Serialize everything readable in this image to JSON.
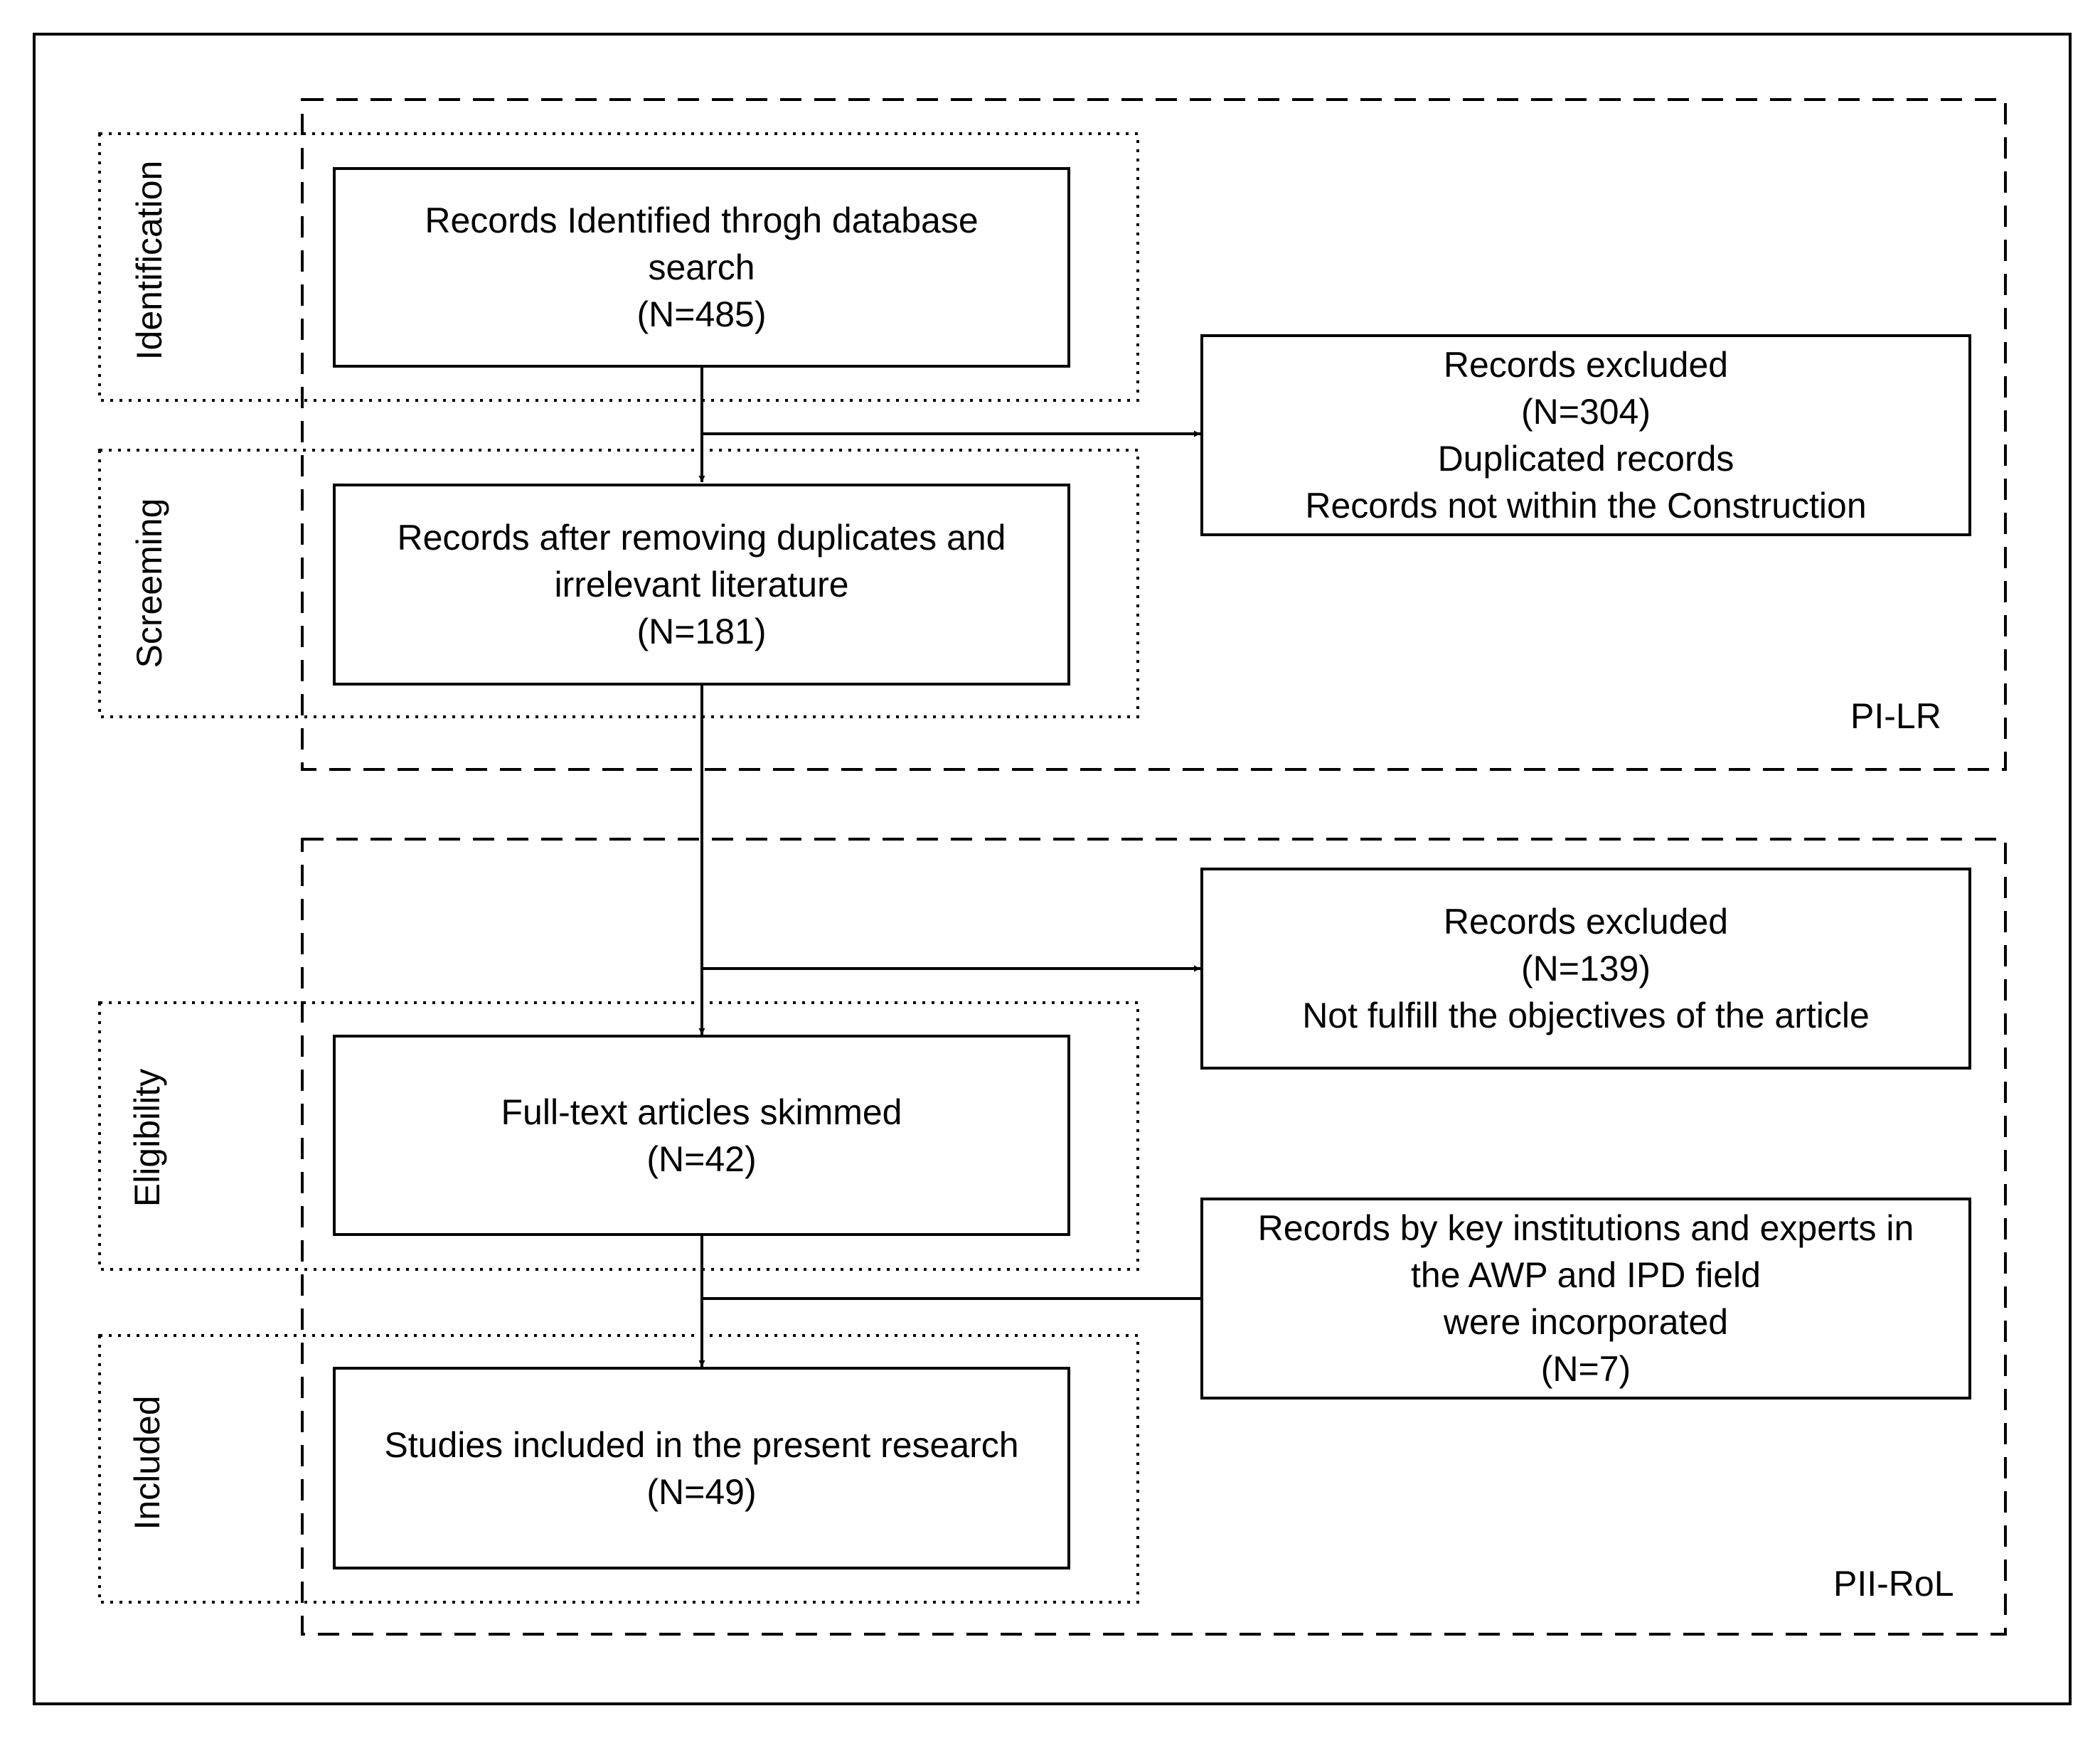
{
  "stages": {
    "identification": "Identification",
    "screening": "Screeming",
    "eligibility": "Eligibility",
    "included": "Included"
  },
  "phases": {
    "phase1": "PI-LR",
    "phase2": "PII-RoL"
  },
  "boxes": {
    "identified": [
      "Records Identified throgh database",
      "search",
      "(N=485)"
    ],
    "after_removal": [
      "Records after removing duplicates and",
      "irrelevant literature",
      "(N=181)"
    ],
    "excluded_1": [
      "Records excluded",
      "(N=304)",
      "Duplicated records",
      "Records not within the Construction"
    ],
    "excluded_2": [
      "Records excluded",
      "(N=139)",
      "Not fulfill the objectives of the article"
    ],
    "skimmed": [
      "Full-text articles skimmed",
      "(N=42)"
    ],
    "experts": [
      "Records by key institutions and experts in",
      "the AWP and IPD field",
      "were incorporated",
      "(N=7)"
    ],
    "included": [
      "Studies included in the present research",
      "(N=49)"
    ]
  }
}
